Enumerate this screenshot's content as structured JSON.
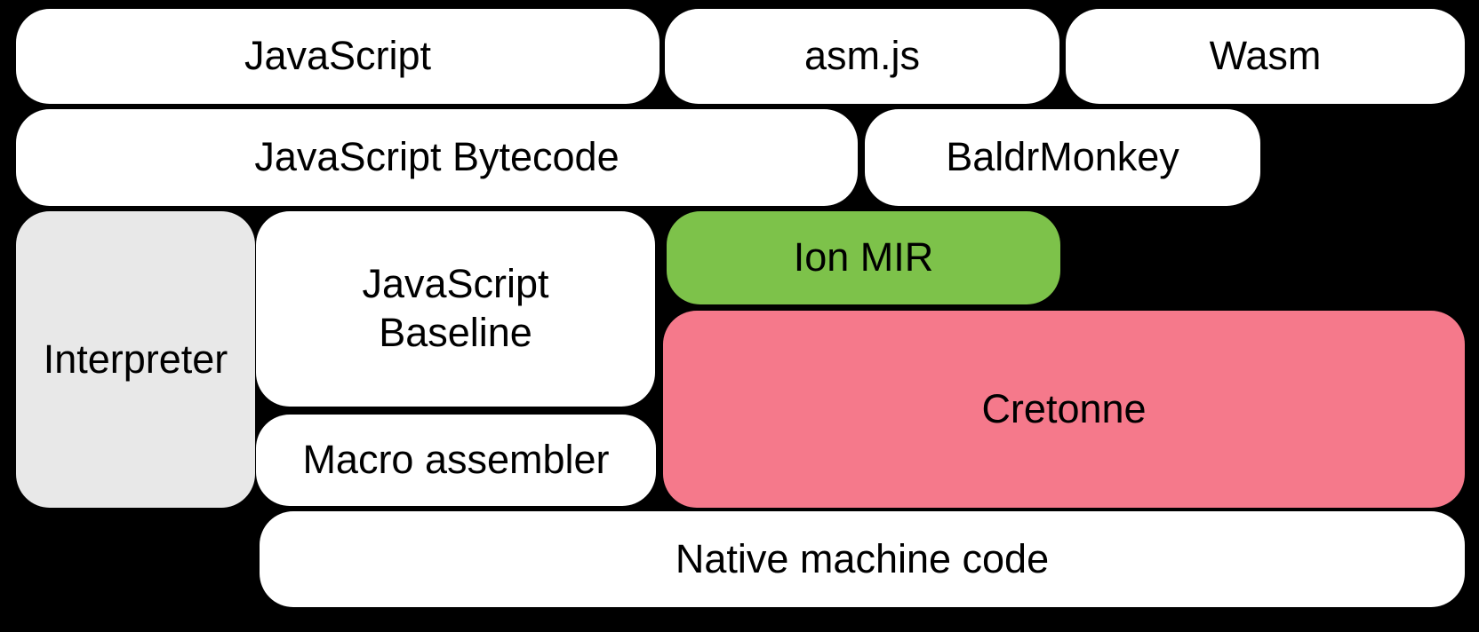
{
  "diagram": {
    "background": "#000000",
    "text_color": "#000000",
    "colors": {
      "white_box": "#ffffff",
      "gray_box": "#e8e8e8",
      "green_box": "#7dc24a",
      "pink_box": "#f5798b"
    },
    "boxes": {
      "javascript": {
        "label": "JavaScript",
        "fill": "#ffffff"
      },
      "asmjs": {
        "label": "asm.js",
        "fill": "#ffffff"
      },
      "wasm": {
        "label": "Wasm",
        "fill": "#ffffff"
      },
      "javascript_bytecode": {
        "label": "JavaScript Bytecode",
        "fill": "#ffffff"
      },
      "baldrmonkey": {
        "label": "BaldrMonkey",
        "fill": "#ffffff"
      },
      "interpreter": {
        "label": "Interpreter",
        "fill": "#e8e8e8"
      },
      "javascript_baseline": {
        "label": "JavaScript\nBaseline",
        "fill": "#ffffff"
      },
      "ion_mir": {
        "label": "Ion MIR",
        "fill": "#7dc24a"
      },
      "cretonne": {
        "label": "Cretonne",
        "fill": "#f5798b"
      },
      "macro_assembler": {
        "label": "Macro assembler",
        "fill": "#ffffff"
      },
      "native_machine_code": {
        "label": "Native machine code",
        "fill": "#ffffff"
      }
    }
  }
}
